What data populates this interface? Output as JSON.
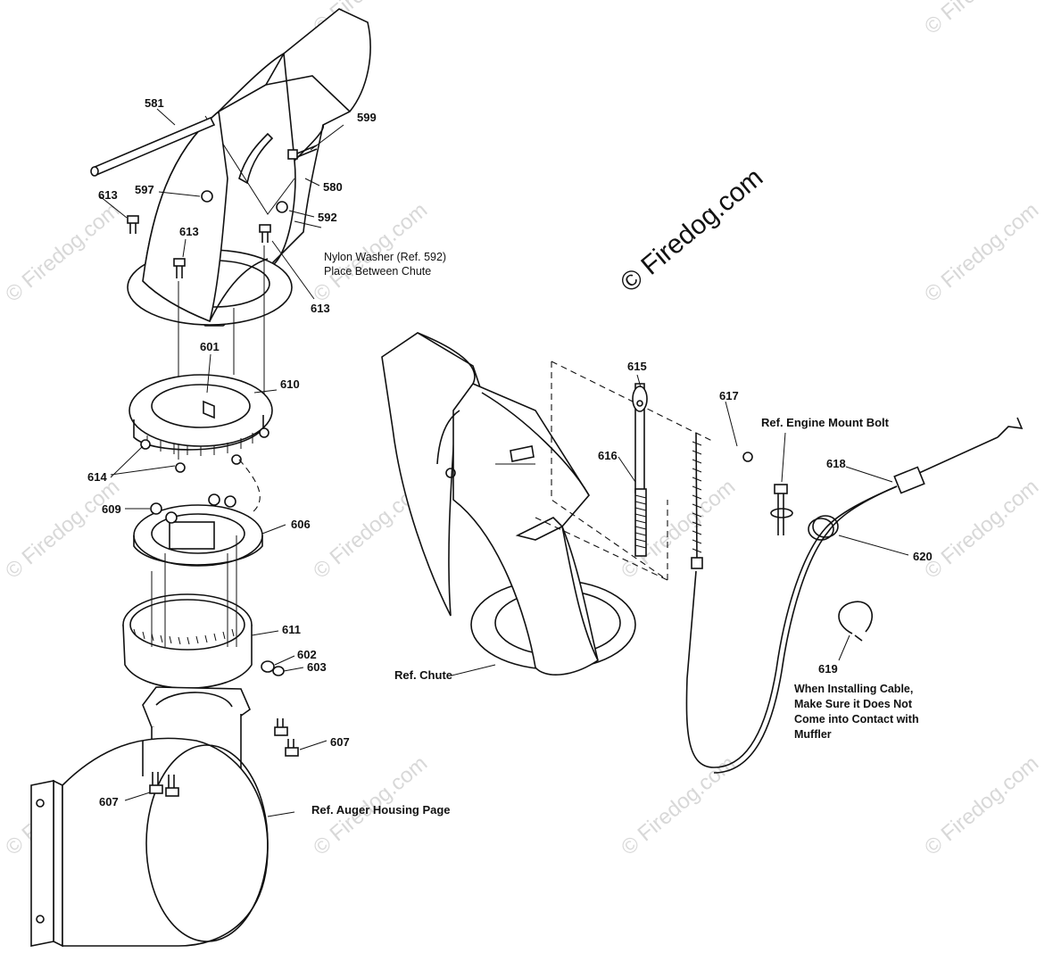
{
  "watermark": {
    "text": "© Firedog.com"
  },
  "brand": {
    "text": "© Firedog.com"
  },
  "labels": {
    "p581": "581",
    "p599": "599",
    "p580": "580",
    "p597": "597",
    "p592": "592",
    "p613a": "613",
    "p613b": "613",
    "p613c": "613",
    "p601": "601",
    "p610": "610",
    "p614": "614",
    "p609": "609",
    "p606": "606",
    "p611": "611",
    "p602": "602",
    "p603": "603",
    "p607a": "607",
    "p607b": "607",
    "p615": "615",
    "p616": "616",
    "p617": "617",
    "p618": "618",
    "p620": "620",
    "p619": "619"
  },
  "notes": {
    "nylon_line1": "Nylon Washer (Ref. 592)",
    "nylon_line2": "Place Between Chute",
    "engine_mount": "Ref. Engine Mount Bolt",
    "ref_chute": "Ref. Chute",
    "ref_auger": "Ref. Auger Housing Page",
    "cable_line1": "When Installing Cable,",
    "cable_line2": "Make Sure it Does Not",
    "cable_line3": "Come into Contact with",
    "cable_line4": "Muffler"
  }
}
